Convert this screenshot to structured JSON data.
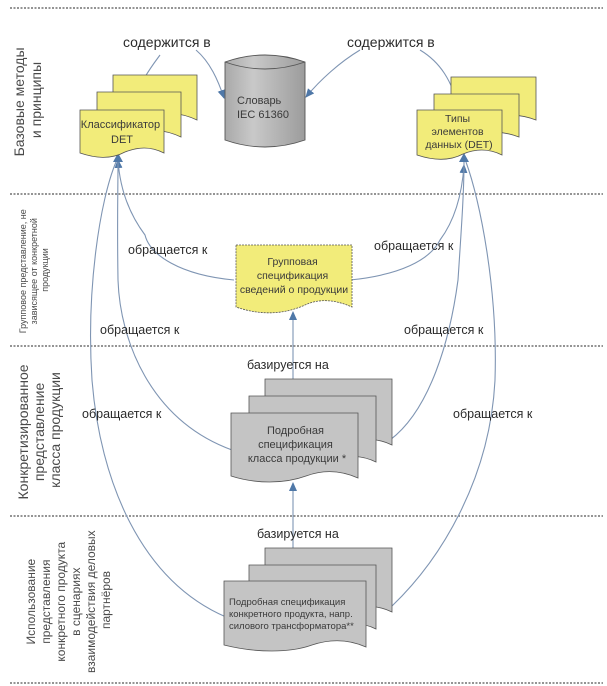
{
  "bands": [
    {
      "label_lines": [
        "Базовые методы",
        "и принципы"
      ]
    },
    {
      "label_lines": [
        "Групповое представление, не",
        "зависящее от конкретной",
        "продукции"
      ]
    },
    {
      "label_lines": [
        "Конкретизированное",
        "представление",
        "класса продукции"
      ]
    },
    {
      "label_lines": [
        "Использование",
        "представления",
        "конкретного продукта",
        "в сценариях",
        "взаимодействия деловых",
        "партнёров"
      ]
    }
  ],
  "nodes": {
    "classifier": {
      "lines": [
        "Классификатор",
        "DET"
      ],
      "color": "#f2ec7a"
    },
    "dictionary": {
      "lines": [
        "Словарь",
        "IEC 61360"
      ],
      "color": "#b8b8b8"
    },
    "det_types": {
      "lines": [
        "Типы",
        "элементов",
        "данных (DET)"
      ],
      "color": "#f2ec7a"
    },
    "group_spec": {
      "lines": [
        "Групповая",
        "спецификация",
        "сведений о продукции"
      ],
      "color": "#f2ec7a"
    },
    "class_spec": {
      "lines": [
        "Подробная",
        "спецификация",
        "класса продукции *"
      ],
      "color": "#c4c4c4"
    },
    "product_spec": {
      "lines": [
        "Подробная спецификация",
        "конкретного продукта, напр.",
        "силового трансформатора**"
      ],
      "color": "#c4c4c4"
    }
  },
  "edge_labels": {
    "contained_left": "содержится в",
    "contained_right": "содержится в",
    "refers_group_left": "обращается к",
    "refers_group_right": "обращается к",
    "refers_class_left": "обращается к",
    "refers_class_right": "обращается к",
    "refers_product_left": "обращается к",
    "refers_product_right": "обращается к",
    "based_on_1": "базируется на",
    "based_on_2": "базируется на"
  },
  "colors": {
    "arrow": "#5b7fa8",
    "divider": "#555555"
  }
}
